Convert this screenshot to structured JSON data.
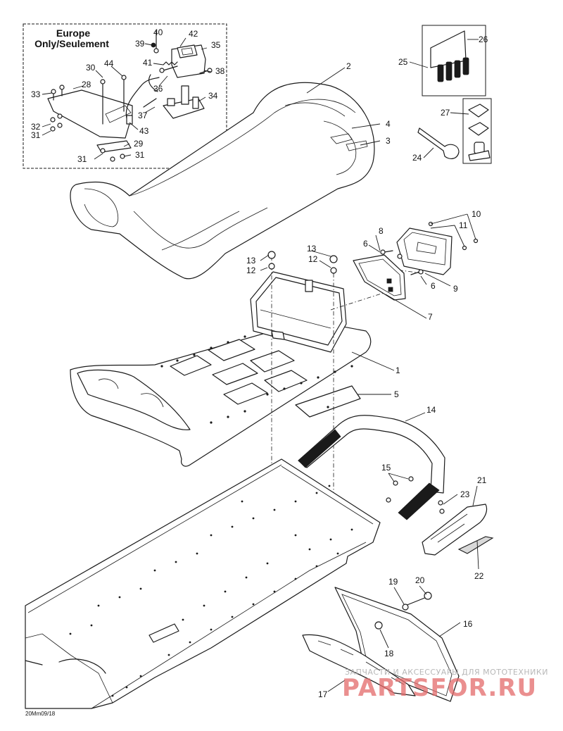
{
  "inset": {
    "title_line1": "Europe",
    "title_line2": "Only/Seulement"
  },
  "callouts": [
    "1",
    "2",
    "3",
    "4",
    "5",
    "6",
    "7",
    "8",
    "9",
    "10",
    "11",
    "12",
    "13",
    "14",
    "15",
    "16",
    "17",
    "18",
    "19",
    "20",
    "21",
    "22",
    "23",
    "24",
    "25",
    "26",
    "27",
    "28",
    "29",
    "30",
    "31",
    "32",
    "33",
    "34",
    "35",
    "36",
    "37",
    "38",
    "39",
    "40",
    "41",
    "42",
    "43",
    "44"
  ],
  "labels": {
    "p1": "1",
    "p2": "2",
    "p3": "3",
    "p4": "4",
    "p5": "5",
    "p6a": "6",
    "p6b": "6",
    "p7": "7",
    "p8": "8",
    "p9": "9",
    "p10": "10",
    "p11": "11",
    "p12a": "12",
    "p12b": "12",
    "p13a": "13",
    "p13b": "13",
    "p14": "14",
    "p15": "15",
    "p16": "16",
    "p17": "17",
    "p18": "18",
    "p19": "19",
    "p20": "20",
    "p21": "21",
    "p22": "22",
    "p23": "23",
    "p24": "24",
    "p25": "25",
    "p26": "26",
    "p27": "27",
    "p28": "28",
    "p29": "29",
    "p30": "30",
    "p31a": "31",
    "p31b": "31",
    "p31c": "31",
    "p32": "32",
    "p33": "33",
    "p34": "34",
    "p35": "35",
    "p36": "36",
    "p37": "37",
    "p38": "38",
    "p39": "39",
    "p40": "40",
    "p41": "41",
    "p42": "42",
    "p43": "43",
    "p44": "44"
  },
  "drawing_code": "20Mm09/18",
  "watermark": {
    "line1": "ЗАПЧАСТИ И АКСЕССУАРЫ ДЛЯ МОТОТЕХНИКИ",
    "line2": "PARTSFOR.RU"
  },
  "colors": {
    "ink": "#1a1a1a",
    "watermark_red": "#e46a6a",
    "watermark_gray": "#b8b8b8"
  }
}
